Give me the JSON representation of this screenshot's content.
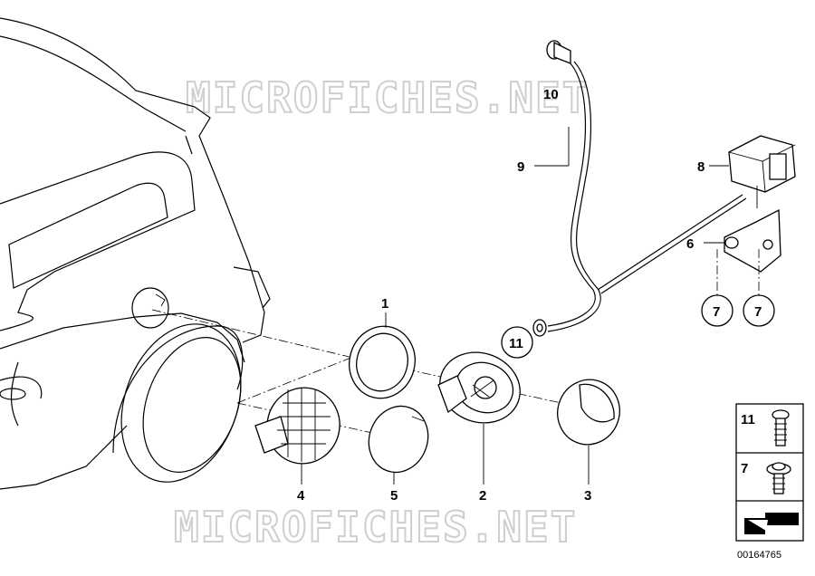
{
  "watermark": {
    "top_text": "MICROFICHES.NET",
    "bottom_text": "MICROFICHES.NET"
  },
  "part_labels": {
    "p1": "1",
    "p2": "2",
    "p3": "3",
    "p4": "4",
    "p5": "5",
    "p6": "6",
    "p7a": "7",
    "p7b": "7",
    "p8": "8",
    "p9": "9",
    "p10": "10",
    "p11": "11"
  },
  "legend": {
    "row1": "11",
    "row2": "7"
  },
  "diagram_code": "00164765"
}
